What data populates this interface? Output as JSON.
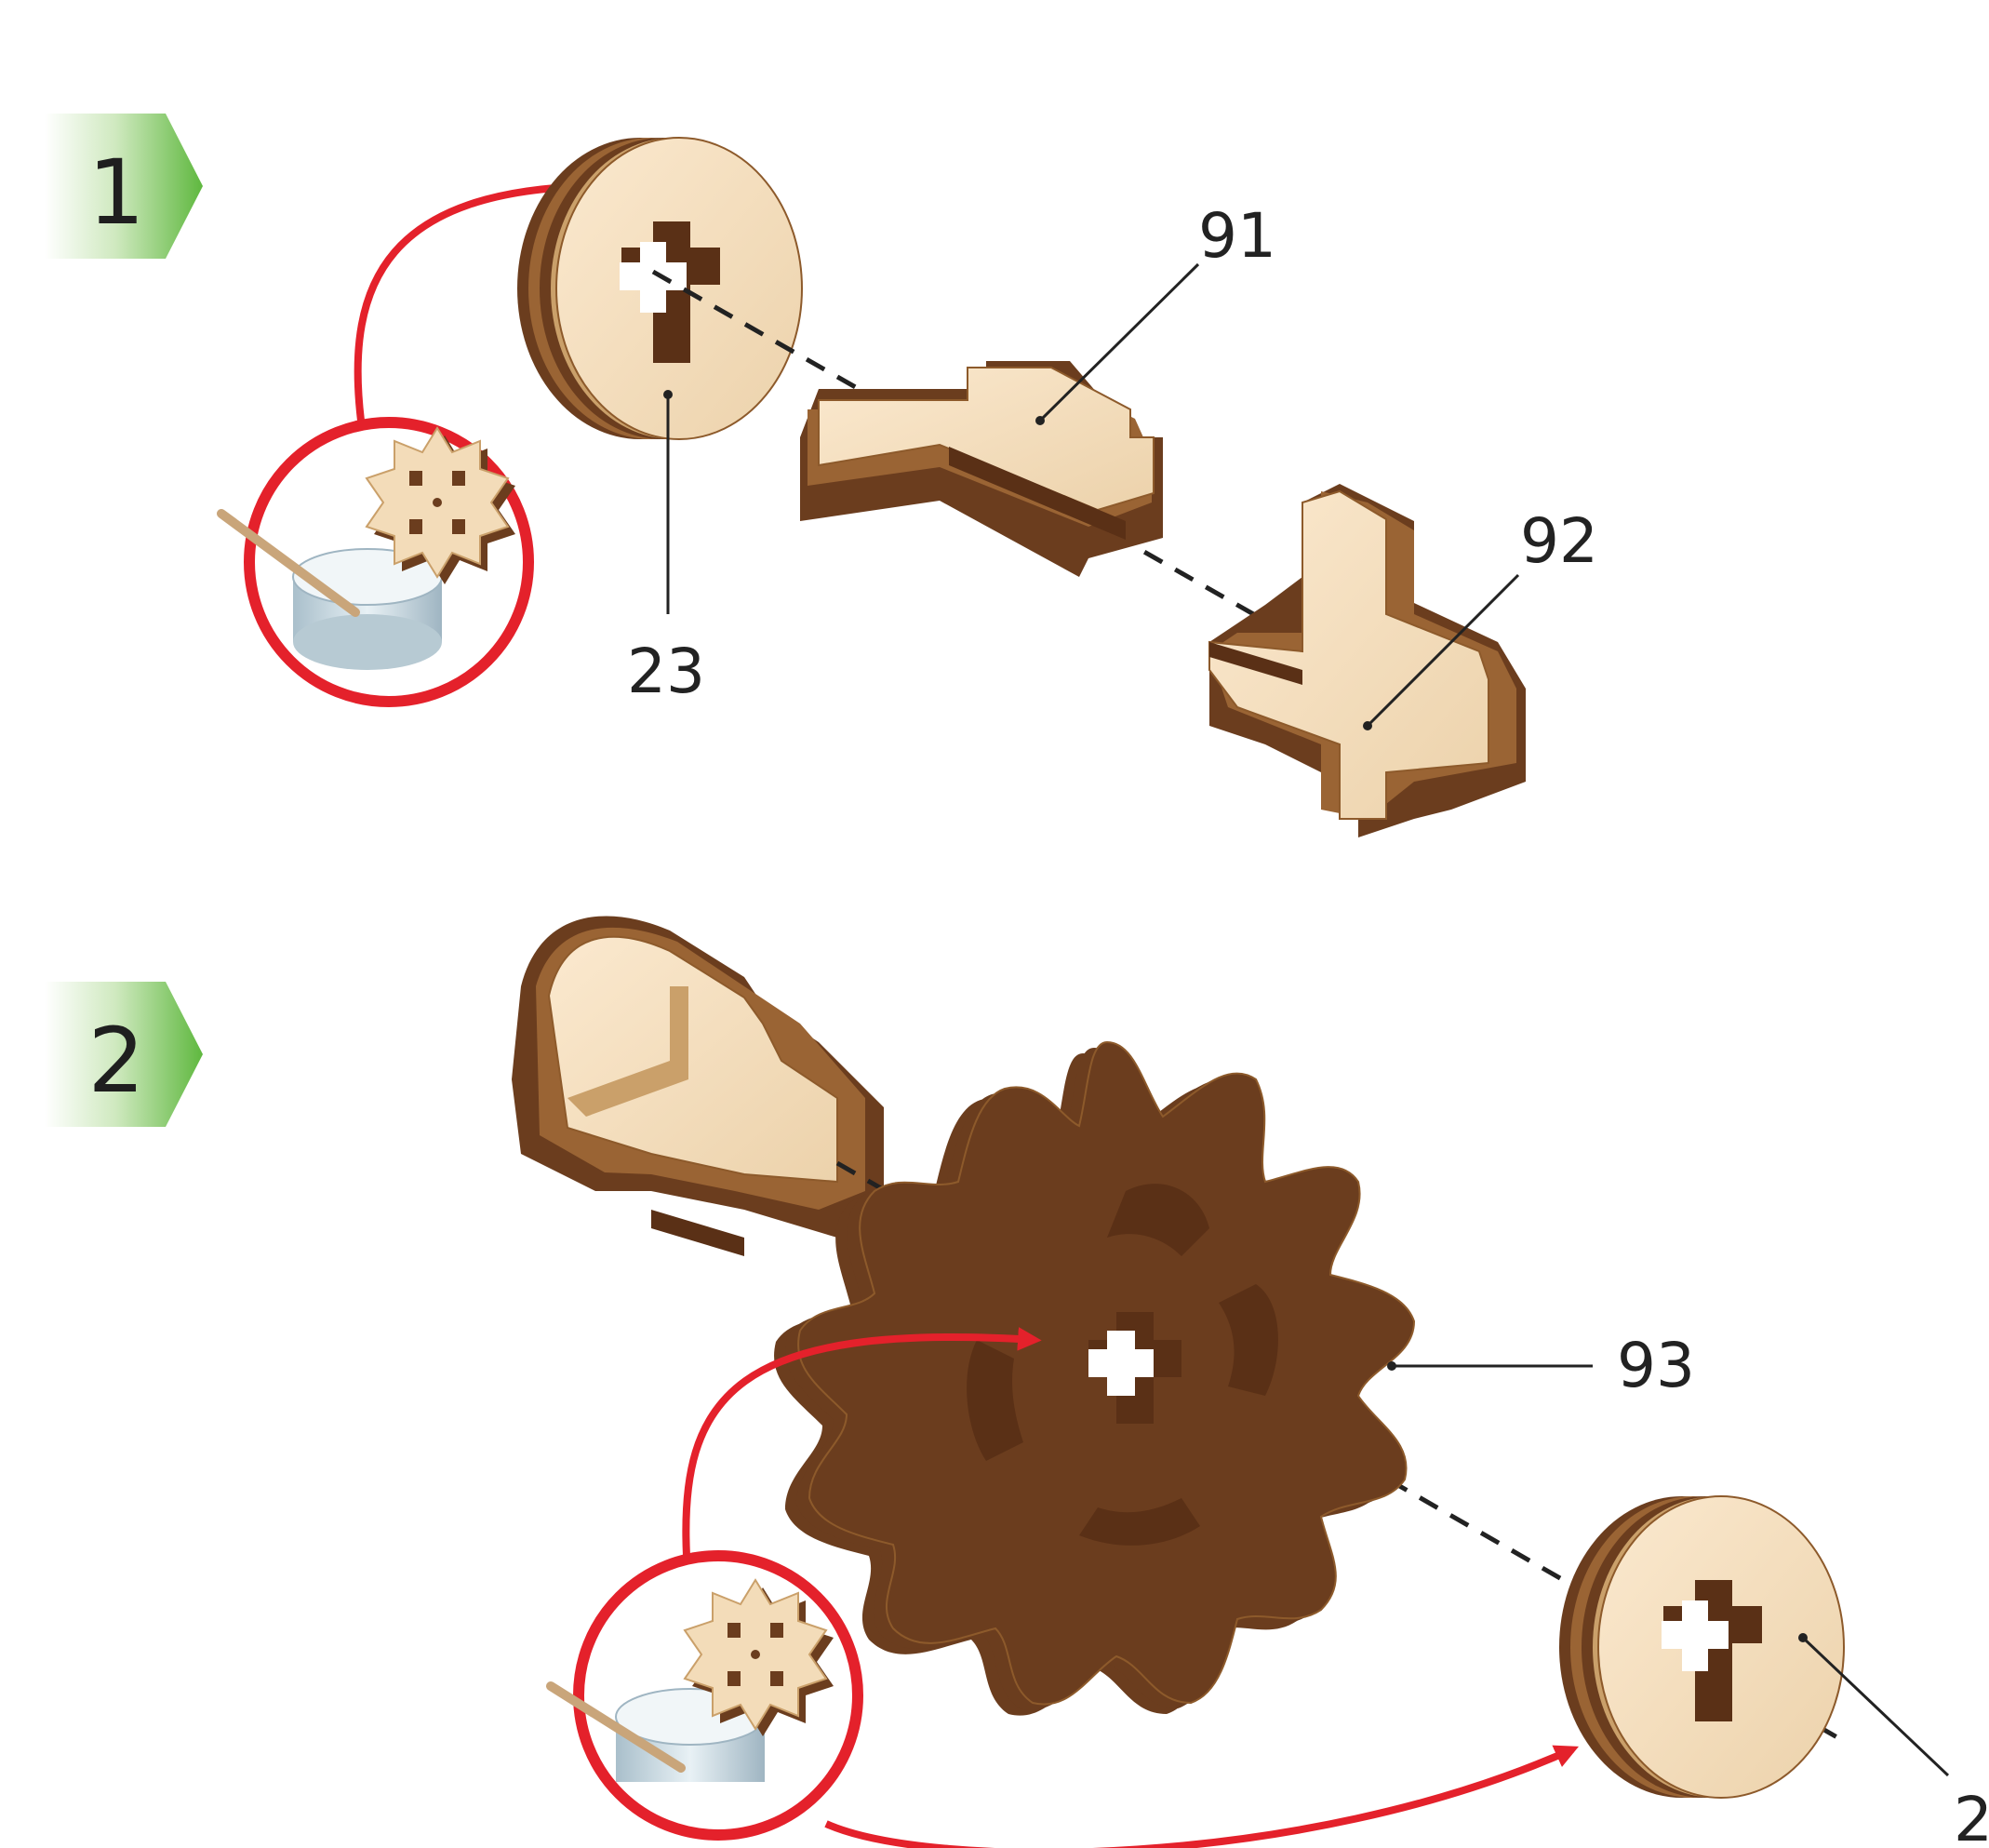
{
  "steps": [
    {
      "label": "1"
    },
    {
      "label": "2"
    }
  ],
  "parts": {
    "p23_step1": "23",
    "p91": "91",
    "p92": "92",
    "p93": "93",
    "p23_step2_partial": "2"
  },
  "colors": {
    "wood_face": "#f3dcb9",
    "wood_face_light": "#fbebd2",
    "wood_dark": "#6b3d1e",
    "wood_mid": "#9a6434",
    "wood_light_edge": "#caa06a",
    "arrow_red": "#e4212b",
    "badge_green_dark": "#6ec04a",
    "badge_green_light": "#eaf6e2",
    "glue_cup": "#c9dbe4"
  },
  "icons": {
    "glue_hint_1": "glue-application-icon",
    "glue_hint_2": "glue-application-icon"
  }
}
